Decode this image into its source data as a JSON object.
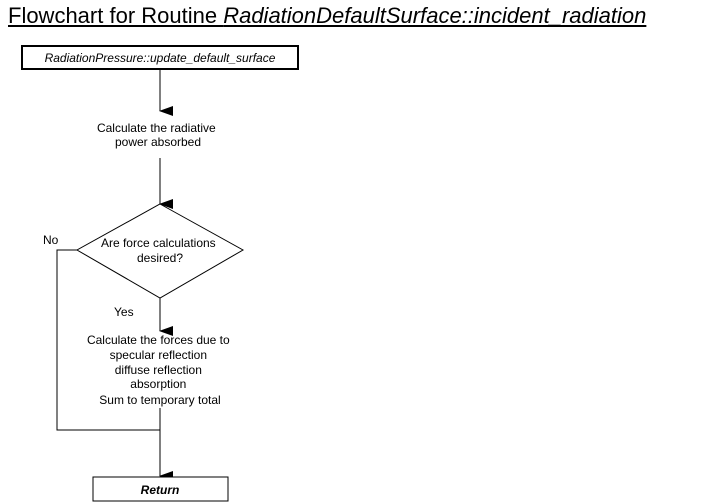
{
  "title": {
    "prefix": "Flowchart for Routine ",
    "routine": "RadiationDefaultSurface::incident_radiation"
  },
  "nodes": {
    "start": "RadiationPressure::update_default_surface",
    "step_power": [
      "Calculate the radiative",
      "power absorbed"
    ],
    "decision": [
      "Are force calculations",
      "desired?"
    ],
    "step_forces": [
      "Calculate the forces due to",
      "specular reflection",
      "diffuse reflection",
      "absorption",
      "Sum to temporary total"
    ],
    "end": "Return"
  },
  "branches": {
    "no": "No",
    "yes": "Yes"
  }
}
